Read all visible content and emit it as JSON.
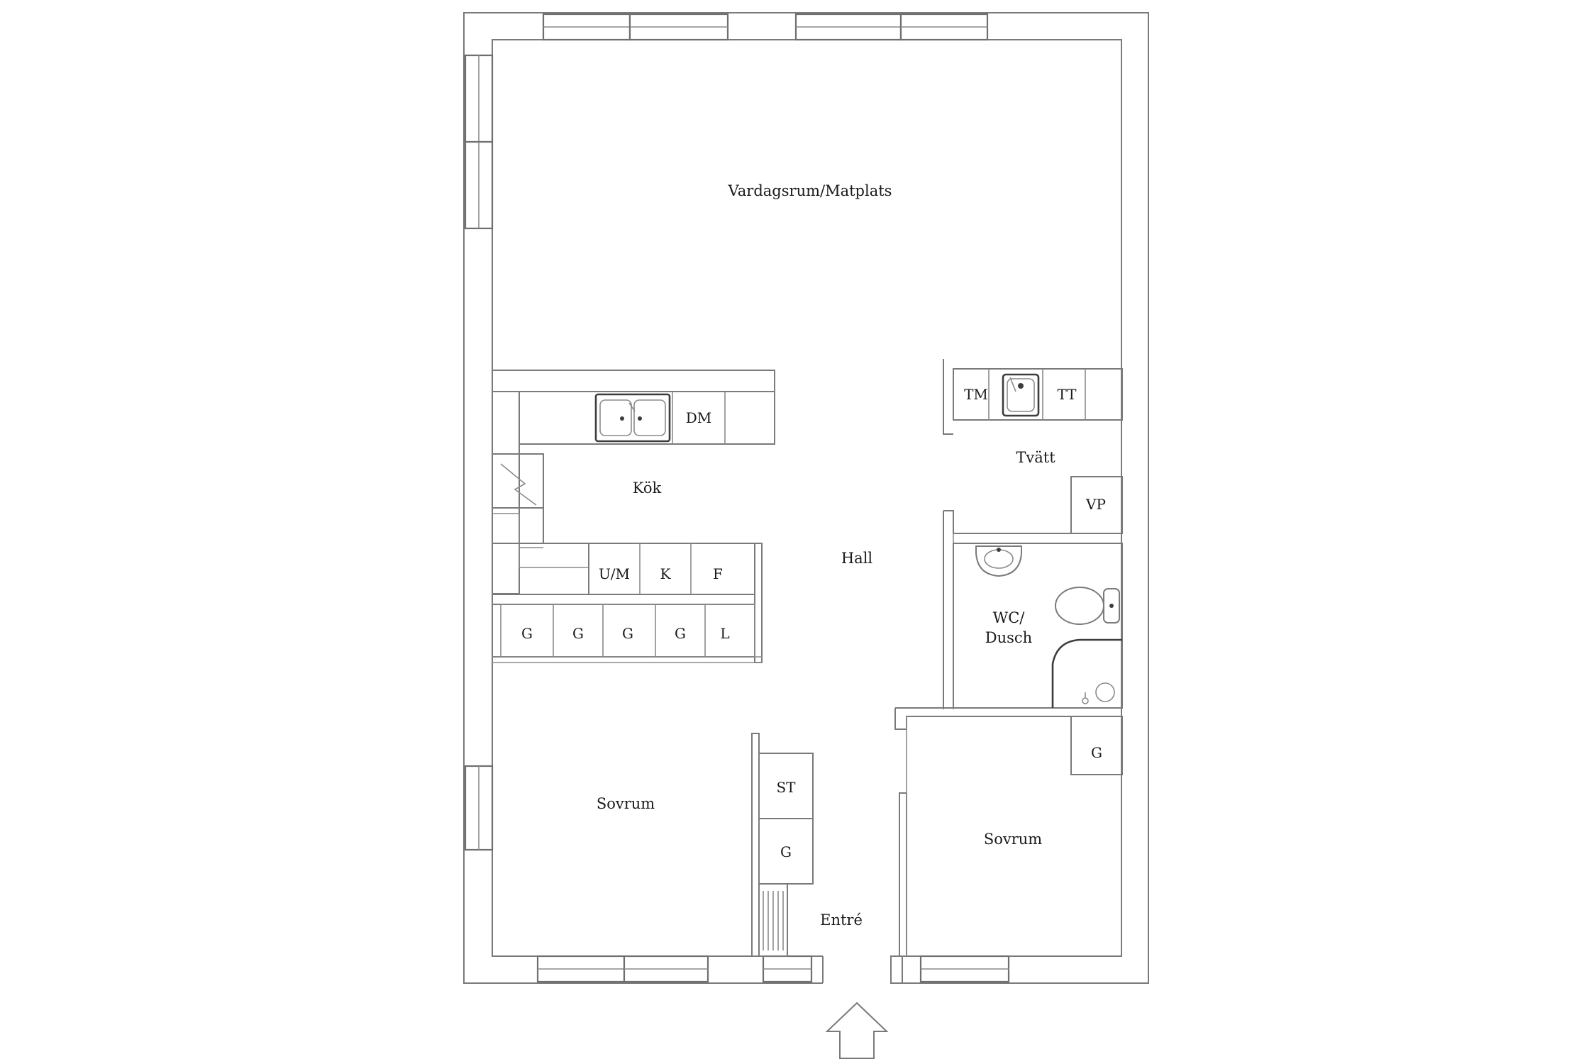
{
  "rooms": {
    "living": "Vardagsrum/Matplats",
    "kitchen": "Kök",
    "hall": "Hall",
    "laundry": "Tvätt",
    "bath_line1": "WC/",
    "bath_line2": "Dusch",
    "bedroom_left": "Sovrum",
    "bedroom_right": "Sovrum",
    "entrance": "Entré"
  },
  "fixtures": {
    "dm": "DM",
    "um": "U/M",
    "k": "K",
    "f": "F",
    "g1": "G",
    "g2": "G",
    "g3": "G",
    "g4": "G",
    "l": "L",
    "tm": "TM",
    "tt": "TT",
    "vp": "VP",
    "st": "ST",
    "g_entry": "G",
    "g_bedroom": "G"
  }
}
